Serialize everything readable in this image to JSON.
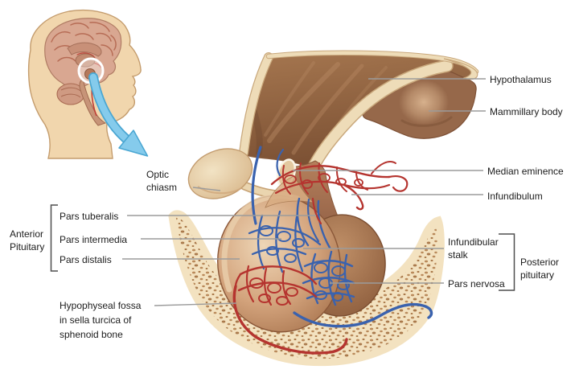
{
  "diagram": {
    "labels": {
      "hypothalamus": "Hypothalamus",
      "mammillary_body": "Mammillary body",
      "median_eminence": "Median eminence",
      "infundibulum": "Infundibulum",
      "infundibular_stalk": "Infundibular stalk",
      "pars_nervosa": "Pars nervosa",
      "posterior_pituitary": "Posterior pituitary",
      "optic_chiasm": "Optic chiasm",
      "anterior_pituitary": "Anterior Pituitary",
      "pars_tuberalis": "Pars tuberalis",
      "pars_intermedia": "Pars intermedia",
      "pars_distalis": "Pars distalis",
      "hypophyseal_fossa": "Hypophyseal fossa in sella turcica of sphenoid bone"
    },
    "icons": {
      "head_inset": "human-head-sagittal-brain-locator",
      "zoom_arrow": "curved-zoom-arrow-down-right"
    },
    "colors": {
      "background": "#ffffff",
      "artery_red": "#b5342f",
      "vein_blue": "#3a62ae",
      "tissue_brown": "#8f6148",
      "tissue_cream": "#efdcba",
      "bone_fill": "#f3e2c0",
      "bone_speckle": "#b9895a",
      "arrow_blue": "#85cbec",
      "leader_line_gray": "#9b9b9b",
      "bracket_gray": "#4f4f4f",
      "label_text": "#1c1c1c"
    }
  }
}
